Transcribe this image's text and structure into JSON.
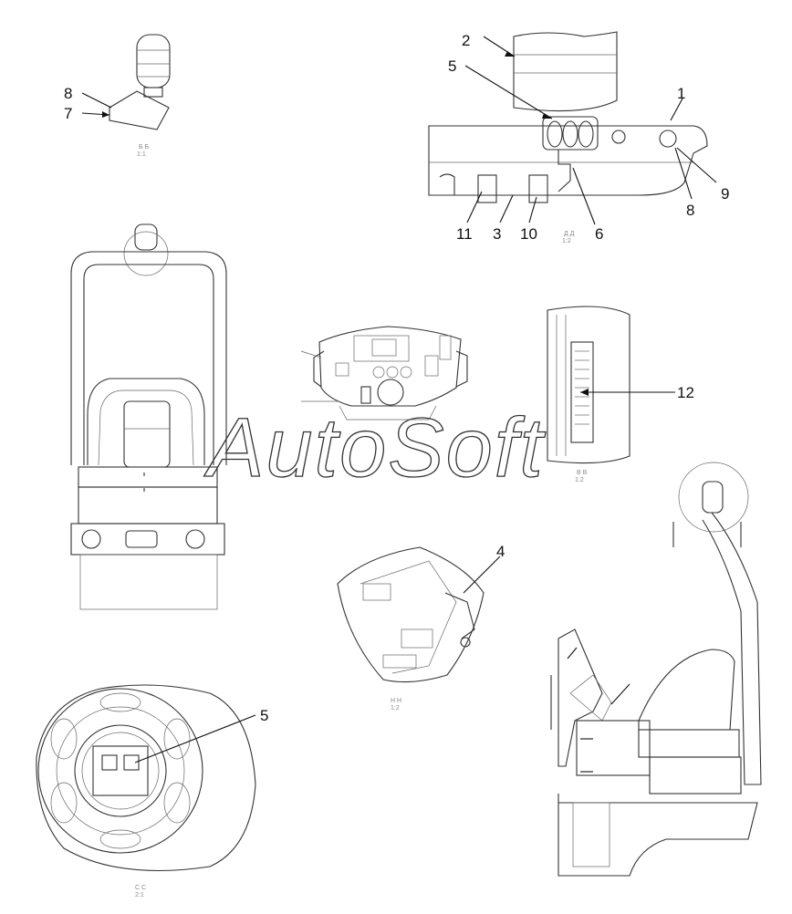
{
  "watermark": "AutoSoft",
  "callouts": {
    "top_left_8": "8",
    "top_left_7": "7",
    "top_right_2": "2",
    "top_right_5": "5",
    "top_right_1": "1",
    "top_right_9": "9",
    "top_right_8": "8",
    "top_right_6": "6",
    "top_right_10": "10",
    "top_right_3": "3",
    "top_right_11": "11",
    "panel_12": "12",
    "detail_4": "4",
    "bottom_left_5": "5"
  },
  "view_labels": {
    "view_a": "Б Б\n1:1",
    "view_b": "Д Д\n1:2",
    "view_c": "В В\n1:2",
    "view_d": "С С\n2:1"
  }
}
